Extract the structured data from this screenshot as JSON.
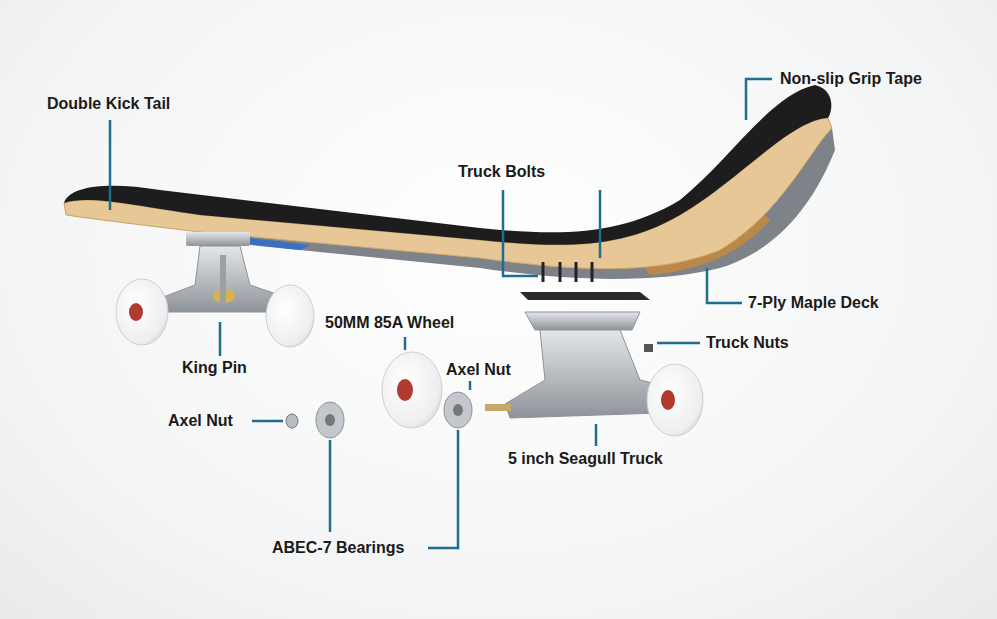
{
  "diagram": {
    "labels": [
      "Non-slip Grip Tape",
      "Double Kick Tail",
      "Truck Bolts",
      "7-Ply Maple Deck",
      "50MM 85A Wheel",
      "Truck Nuts",
      "King Pin",
      "Axel Nut",
      "Axel Nut",
      "5 inch Seagull Truck",
      "ABEC-7 Bearings"
    ]
  }
}
